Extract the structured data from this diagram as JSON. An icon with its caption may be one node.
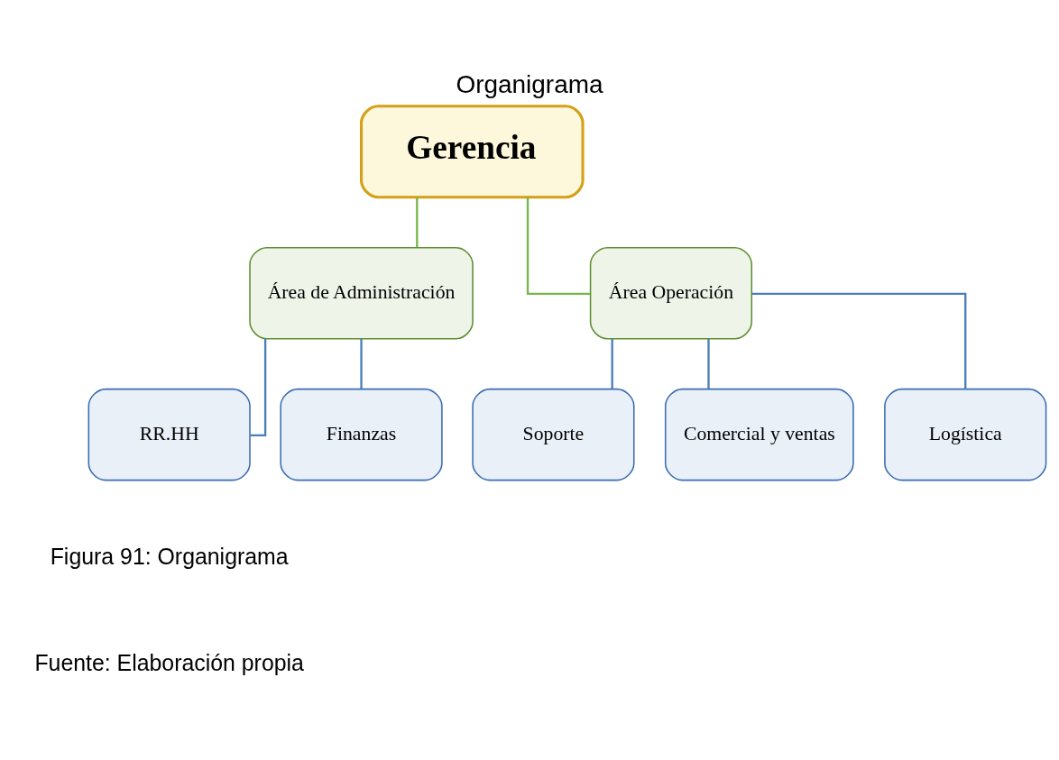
{
  "diagram": {
    "title": "Organigrama",
    "caption": "Figura 91: Organigrama",
    "nodes": [
      {
        "text": [
          "Gerencia"
        ]
      },
      {
        "text": [
          "Área de Administración"
        ]
      },
      {
        "text": [
          "Área Operación"
        ]
      },
      {
        "text": [
          "RR.HH"
        ]
      },
      {
        "text": [
          "Finanzas"
        ]
      },
      {
        "text": [
          "Soporte"
        ]
      },
      {
        "text": [
          "Comercial y ventas"
        ]
      },
      {
        "text": [
          "Logística"
        ]
      }
    ],
    "edges": [
      {
        "from": 0,
        "to": 1,
        "arrow": "none",
        "color": "#77b64a"
      },
      {
        "from": 0,
        "to": 2,
        "arrow": "none",
        "color": "#77b64a"
      },
      {
        "from": 1,
        "to": 3,
        "arrow": "none"
      },
      {
        "from": 1,
        "to": 4,
        "arrow": "none"
      },
      {
        "from": 2,
        "to": 5,
        "arrow": "none"
      },
      {
        "from": 2,
        "to": 6,
        "arrow": "none"
      },
      {
        "from": 2,
        "to": 7,
        "arrow": "none"
      }
    ],
    "labels": [
      "Fuente: Elaboración propia"
    ]
  }
}
